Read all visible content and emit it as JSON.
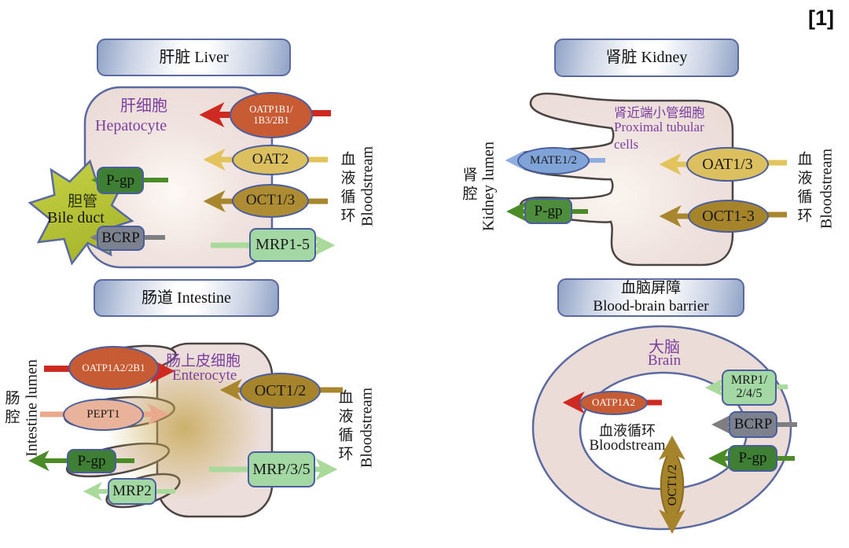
{
  "reference_marker": "[1]",
  "colors": {
    "cell_fill": "#ecdeda",
    "cell_border_blue": "#5a6aa0",
    "cell_border_dark": "#4a4442",
    "orange_transporter": "#c75b33",
    "yellow_transporter": "#dcbf5e",
    "gold_transporter": "#a8862e",
    "blue_transporter": "#80a4d8",
    "salmon_transporter": "#e9b29b",
    "green_box": "#3e7e35",
    "gray_box": "#7b818d",
    "light_green_box": "#a3d7a3",
    "bile_duct_star": "#b7c437",
    "red_arrow": "#cf2a21",
    "purple_label": "#7b3fa0"
  },
  "panels": {
    "liver": {
      "title": "肝脏 Liver",
      "cell_name_zh": "肝细胞",
      "cell_name_en": "Hepatocyte",
      "bile_duct_zh": "胆管",
      "bile_duct_en": "Bile duct",
      "bloodstream_zh": "血液循环",
      "bloodstream_en": "Bloodstream",
      "transporters": {
        "oatp1b_line1": "OATP1B1/",
        "oatp1b_line2": "1B3/2B1",
        "oat2": "OAT2",
        "oct13": "OCT1/3",
        "pgp": "P-gp",
        "bcrp": "BCRP",
        "mrp15": "MRP1-5"
      }
    },
    "kidney": {
      "title": "肾脏 Kidney",
      "cell_name_zh": "肾近端小管细胞",
      "cell_name_en_line1": "Proximal tubular",
      "cell_name_en_line2": "cells",
      "lumen_zh": "肾腔",
      "lumen_en": "Kidney lumen",
      "bloodstream_zh": "血液循环",
      "bloodstream_en": "Bloodstream",
      "transporters": {
        "mate12": "MATE1/2",
        "oat13": "OAT1/3",
        "pgp": "P-gp",
        "oct13": "OCT1-3"
      }
    },
    "intestine": {
      "title": "肠道 Intestine",
      "cell_name_zh": "肠上皮细胞",
      "cell_name_en": "Enterocyte",
      "lumen_zh": "肠腔",
      "lumen_en": "Intestine lumen",
      "bloodstream_zh": "血液循环",
      "bloodstream_en": "Bloodstream",
      "transporters": {
        "oatp1a2_2b1": "OATP1A2/2B1",
        "pept1": "PEPT1",
        "pgp": "P-gp",
        "mrp2": "MRP2",
        "oct12": "OCT1/2",
        "mrp35": "MRP/3/5"
      }
    },
    "bbb": {
      "title_zh": "血脑屏障",
      "title_en": "Blood-brain barrier",
      "brain_zh": "大脑",
      "brain_en": "Brain",
      "bloodstream_zh": "血液循环",
      "bloodstream_en": "Bloodstream",
      "transporters": {
        "oatp1a2": "OATP1A2",
        "mrp_line1": "MRP1/",
        "mrp_line2": "2/4/5",
        "bcrp": "BCRP",
        "pgp": "P-gp",
        "oct12": "OCT1/2"
      }
    }
  }
}
